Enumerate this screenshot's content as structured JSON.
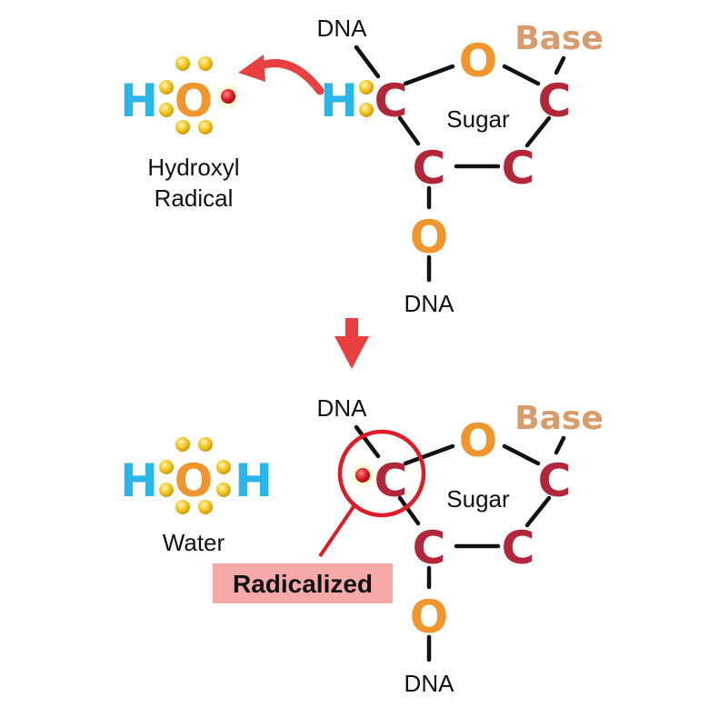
{
  "top": {
    "dna_upper": "DNA",
    "dna_lower": "DNA",
    "base": "Base",
    "sugar": "Sugar",
    "hydroxyl_label_line1": "Hydroxyl",
    "hydroxyl_label_line2": "Radical",
    "atoms": {
      "H": "H",
      "O": "O",
      "C": "C"
    }
  },
  "bottom": {
    "dna_upper": "DNA",
    "dna_lower": "DNA",
    "base": "Base",
    "sugar": "Sugar",
    "water_label": "Water",
    "radicalized_label": "Radicalized",
    "atoms": {
      "H": "H",
      "O": "O",
      "C": "C"
    }
  },
  "colors": {
    "carbon": "#b3263a",
    "oxygen": "#f0962c",
    "hydrogen": "#28b6e8",
    "electron": "#f2c21b",
    "radical": "#e01b24",
    "arrow": "#e84040",
    "highlight_circle": "#e01b24",
    "radicalized_box": "#f5a9a9",
    "base_text": "#d99a6c"
  }
}
